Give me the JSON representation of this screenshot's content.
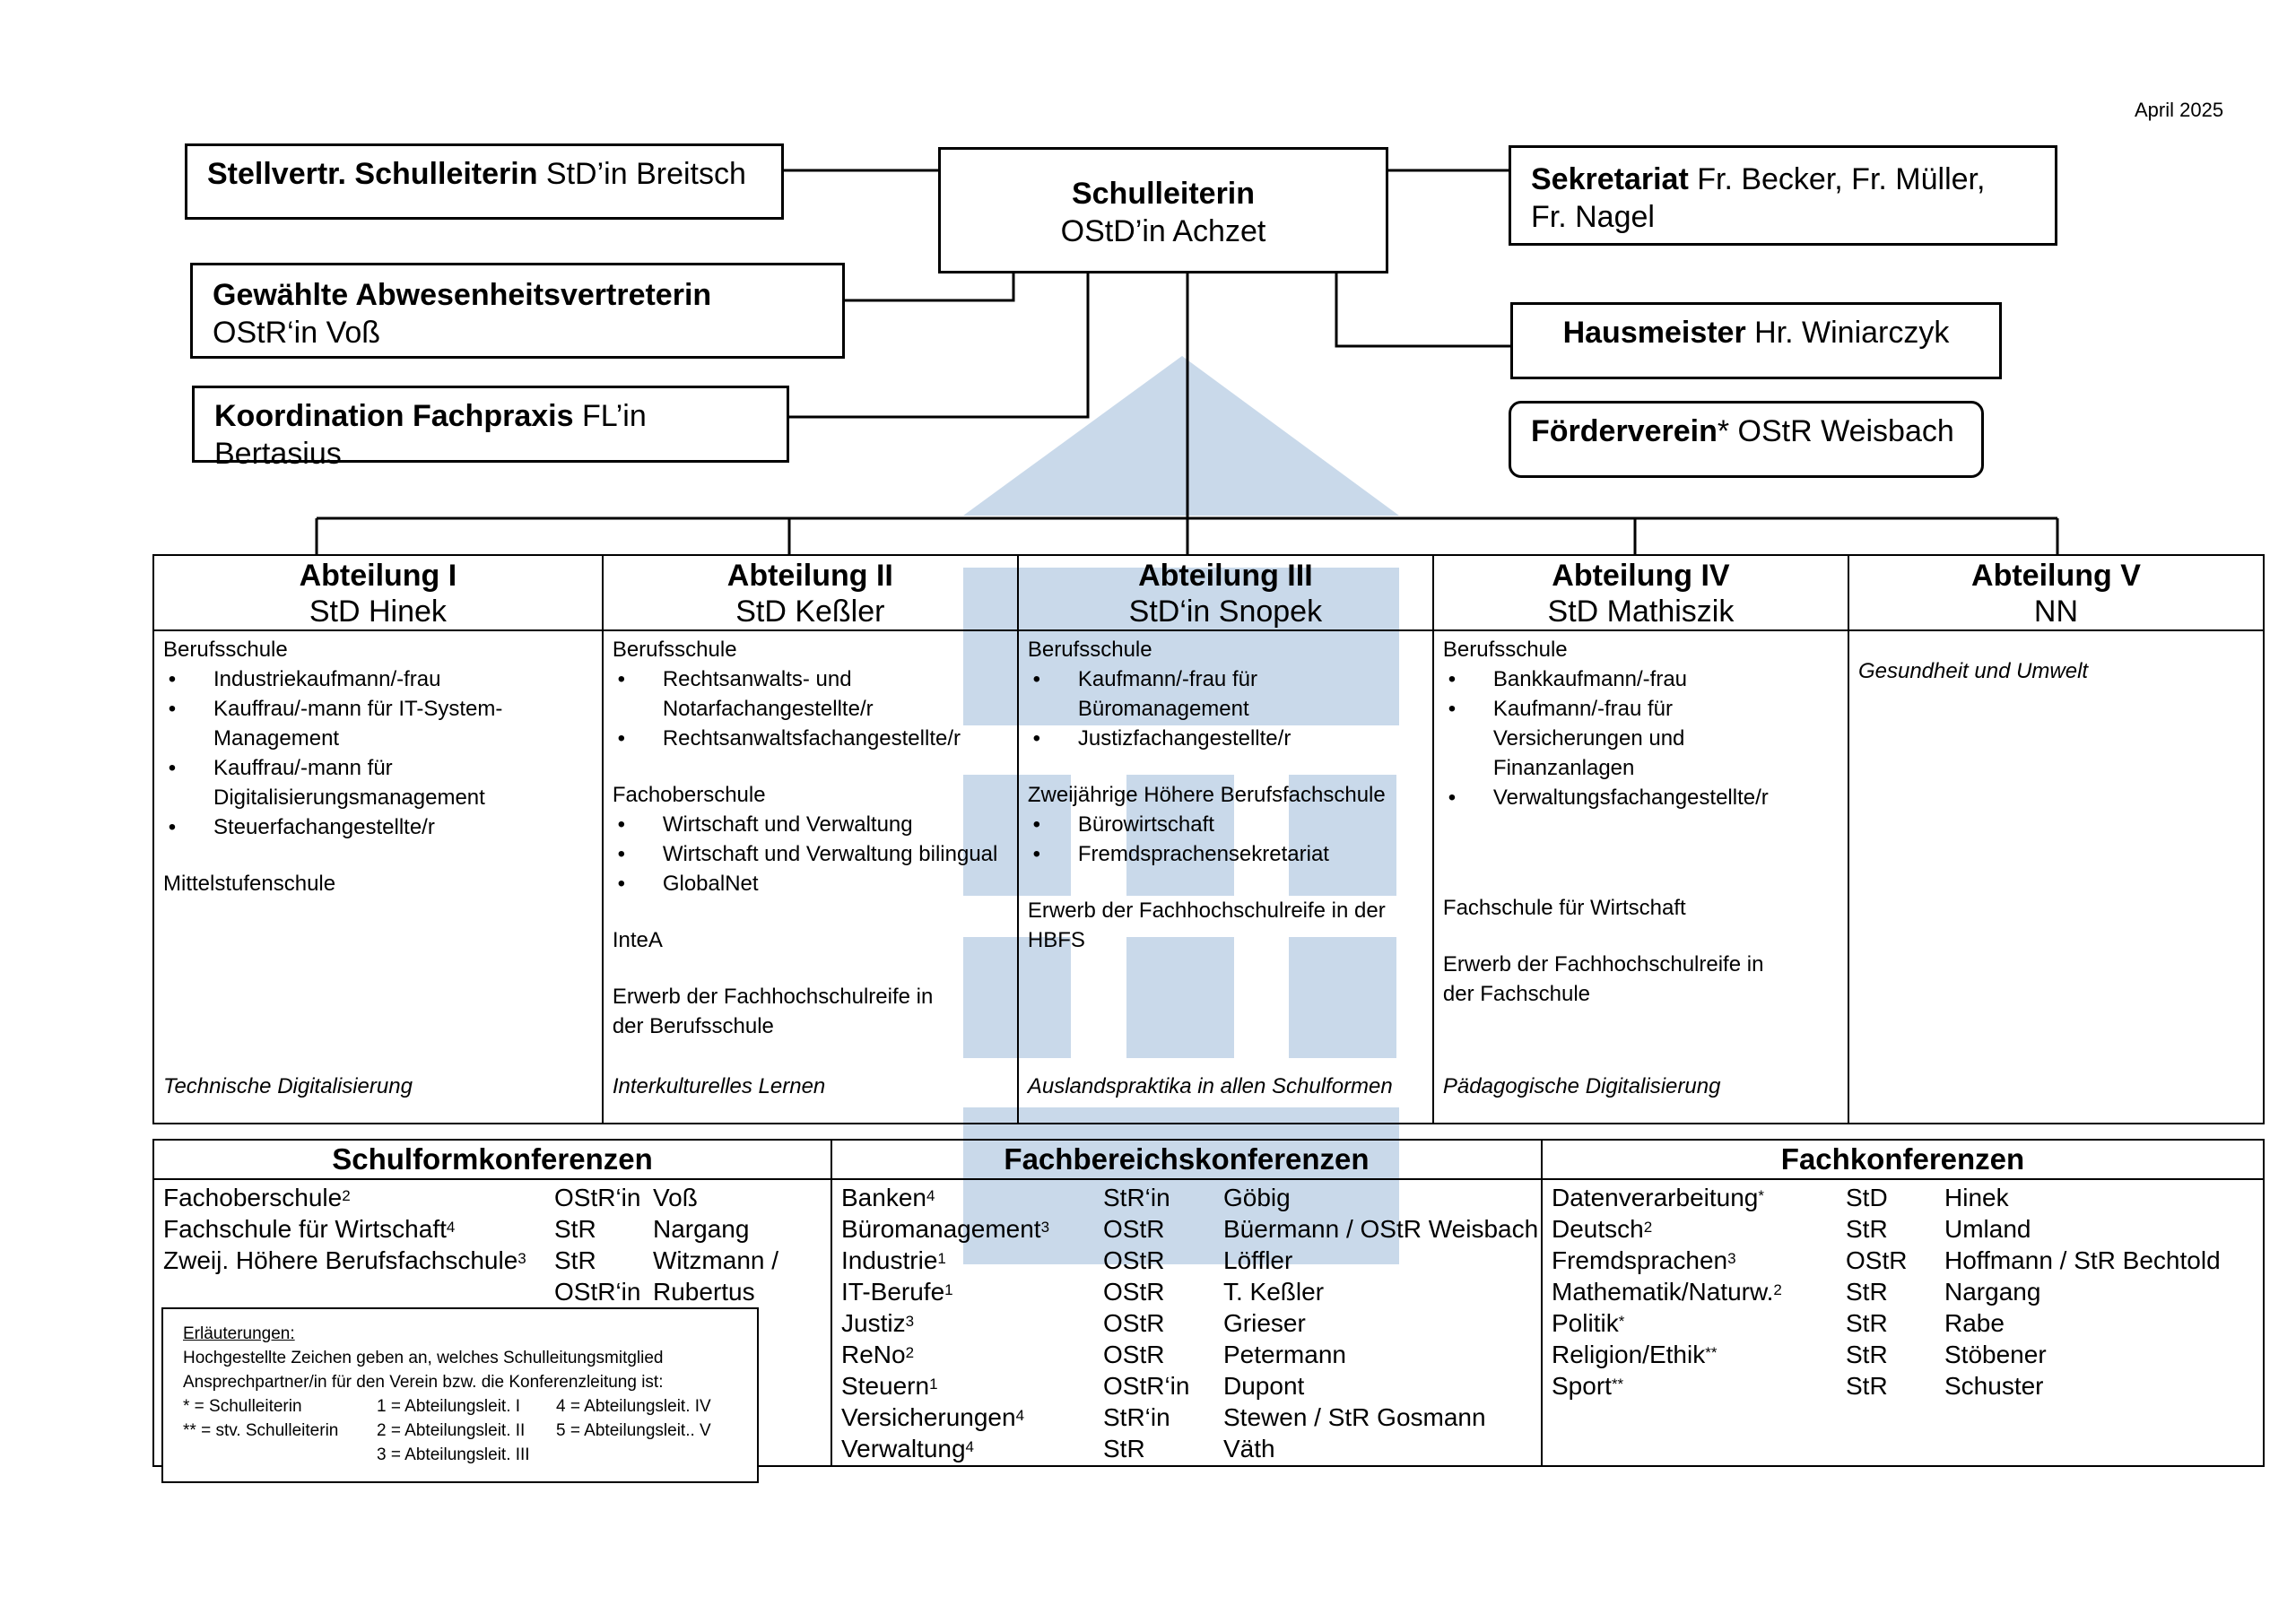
{
  "date": "April  2025",
  "leader": {
    "title": "Schulleiterin",
    "name": "OStD’in Achzet"
  },
  "deputy": {
    "title": "Stellvertr. Schulleiterin",
    "name": " StD’in Breitsch"
  },
  "absence": {
    "title": "Gewählte Abwesenheitsvertreterin",
    "name": "OStR‘in Voß"
  },
  "coordination": {
    "title": "Koordination Fachpraxis",
    "name": " FL’in Bertasius"
  },
  "secretariat": {
    "title": "Sekretariat",
    "name_line1": " Fr. Becker, Fr. Müller,",
    "name_line2": "Fr. Nagel"
  },
  "janitor": {
    "title": "Hausmeister",
    "name": " Hr. Winiarczyk"
  },
  "association": {
    "title": "Förderverein",
    "name": "* OStR Weisbach"
  },
  "departments": [
    {
      "title": "Abteilung I",
      "head": "StD Hinek",
      "sections": [
        {
          "label": "Berufsschule",
          "items": [
            "Industriekaufmann/-frau",
            "Kauffrau/-mann für IT-System-Management",
            "Kauffrau/-mann für Digitalisierungsmanagement",
            "Steuerfachangestellte/r"
          ]
        },
        {
          "label": "Mittelstufenschule",
          "items": []
        }
      ],
      "focus": "Technische Digitalisierung"
    },
    {
      "title": "Abteilung II",
      "head": "StD Keßler",
      "sections": [
        {
          "label": "Berufsschule",
          "items": [
            "Rechtsanwalts- und Notarfachangestellte/r",
            "Rechtsanwaltsfachangestellte/r"
          ]
        },
        {
          "label": "Fachoberschule",
          "items": [
            "Wirtschaft und Verwaltung",
            "Wirtschaft und Verwaltung bilingual",
            "GlobalNet"
          ]
        },
        {
          "label": "InteA",
          "items": []
        },
        {
          "label": "Erwerb der Fachhochschulreife in der Berufsschule",
          "items": []
        }
      ],
      "focus": "Interkulturelles Lernen"
    },
    {
      "title": "Abteilung III",
      "head": "StD‘in Snopek",
      "sections": [
        {
          "label": "Berufsschule",
          "items": [
            "Kaufmann/-frau für Büromanagement",
            "Justizfachangestellte/r"
          ]
        },
        {
          "label": "Zweijährige Höhere Berufsfachschule",
          "items": [
            "Bürowirtschaft",
            "Fremdsprachensekretariat"
          ]
        },
        {
          "label": "Erwerb der Fachhochschulreife in der HBFS",
          "items": []
        }
      ],
      "focus": "Auslandspraktika in allen Schulformen"
    },
    {
      "title": "Abteilung IV",
      "head": "StD Mathiszik",
      "sections": [
        {
          "label": "Berufsschule",
          "items": [
            "Bankkaufmann/-frau",
            "Kaufmann/-frau für Versicherungen und Finanzanlagen",
            "Verwaltungsfachangestellte/r"
          ]
        },
        {
          "label": "Fachschule für Wirtschaft",
          "items": []
        },
        {
          "label": "Erwerb der Fachhochschulreife in der Fachschule",
          "items": []
        }
      ],
      "focus": "Pädagogische Digitalisierung"
    },
    {
      "title": "Abteilung V",
      "head": "NN",
      "sections": [],
      "focus_top": "Gesundheit und Umwelt"
    }
  ],
  "school_form_conferences": {
    "title": "Schulformkonferenzen",
    "rows": [
      {
        "name": "Fachoberschule",
        "sup": "2",
        "rank": "OStR‘in",
        "person": "Voß"
      },
      {
        "name": "Fachschule für Wirtschaft",
        "sup": "4",
        "rank": "StR",
        "person": "Nargang"
      },
      {
        "name": "Zweij. Höhere Berufsfachschule",
        "sup": "3",
        "rank": "StR",
        "person": "Witzmann /"
      },
      {
        "name": "",
        "sup": "",
        "rank": "OStR‘in",
        "person": "Rubertus"
      }
    ]
  },
  "department_conferences": {
    "title": "Fachbereichskonferenzen",
    "rows": [
      {
        "name": "Banken",
        "sup": "4",
        "rank": "StR‘in",
        "person": "Göbig"
      },
      {
        "name": "Büromanagement",
        "sup": "3",
        "rank": "OStR",
        "person": "Büermann / OStR Weisbach"
      },
      {
        "name": "Industrie",
        "sup": "1",
        "rank": "OStR",
        "person": "Löffler"
      },
      {
        "name": "IT-Berufe",
        "sup": "1",
        "rank": "OStR",
        "person": "T. Keßler"
      },
      {
        "name": "Justiz",
        "sup": "3",
        "rank": "OStR",
        "person": "Grieser"
      },
      {
        "name": "ReNo",
        "sup": "2",
        "rank": "OStR",
        "person": "Petermann"
      },
      {
        "name": "Steuern",
        "sup": "1",
        "rank": "OStR‘in",
        "person": "Dupont"
      },
      {
        "name": "Versicherungen",
        "sup": "4",
        "rank": "StR‘in",
        "person": "Stewen / StR Gosmann"
      },
      {
        "name": "Verwaltung",
        "sup": "4",
        "rank": "StR",
        "person": "Väth"
      }
    ]
  },
  "subject_conferences": {
    "title": "Fachkonferenzen",
    "rows": [
      {
        "name": "Datenverarbeitung",
        "sup": "*",
        "rank": "StD",
        "person": "Hinek"
      },
      {
        "name": "Deutsch",
        "sup": "2",
        "rank": "StR",
        "person": "Umland"
      },
      {
        "name": "Fremdsprachen",
        "sup": "3",
        "rank": "OStR",
        "person": "Hoffmann / StR Bechtold"
      },
      {
        "name": "Mathematik/Naturw.",
        "sup": "2",
        "rank": "StR",
        "person": "Nargang"
      },
      {
        "name": "Politik",
        "sup": "*",
        "rank": "StR",
        "person": "Rabe"
      },
      {
        "name": "Religion/Ethik",
        "sup": "**",
        "rank": "StR",
        "person": "Stöbener"
      },
      {
        "name": "Sport",
        "sup": "**",
        "rank": "StR",
        "person": "Schuster"
      }
    ]
  },
  "legend": {
    "title": "Erläuterungen:",
    "line1": "Hochgestellte Zeichen geben an, welches Schulleitungsmitglied",
    "line2": "Ansprechpartner/in für den Verein bzw. die Konferenzleitung ist:",
    "a1": "*  = Schulleiterin",
    "b1": "1 = Abteilungsleit. I",
    "c1": "4 = Abteilungsleit. IV",
    "a2": "** = stv. Schulleiterin",
    "b2": "2 = Abteilungsleit. II",
    "c2": "5 = Abteilungsleit.. V",
    "b3": "3 = Abteilungsleit. III"
  },
  "colors": {
    "house": "#c9d9ea"
  }
}
